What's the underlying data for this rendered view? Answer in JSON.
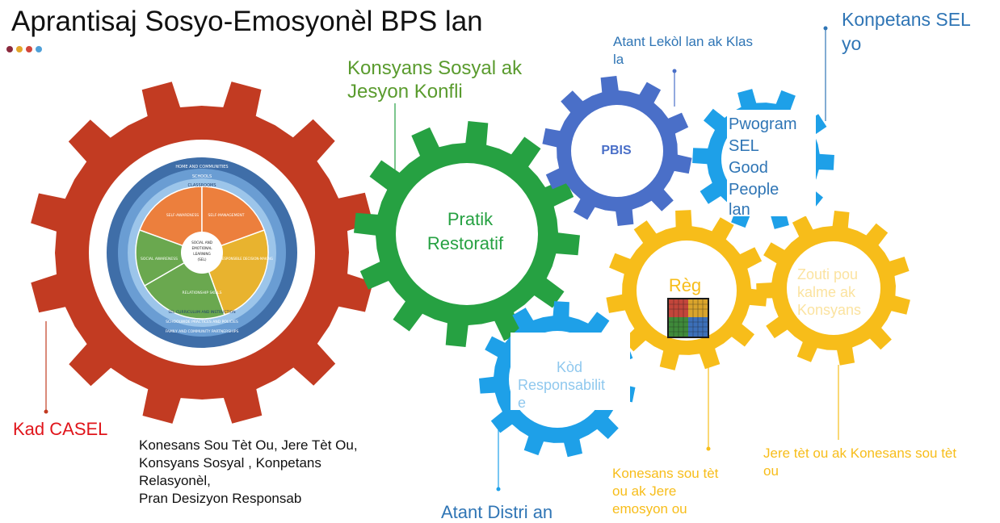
{
  "title": "Aprantisaj Sosyo-Emosyonèl BPS lan",
  "labels": {
    "kad_casel": "Kad CASEL",
    "casel_desc": [
      "Konesans Sou Tèt Ou, Jere Tèt Ou,",
      "Konsyans Sosyal , Konpetans",
      "Relasyonèl,",
      "Pran Desizyon Responsab"
    ],
    "konsyans_sosyal": [
      "Konsyans Sosyal ak",
      "Jesyon Konfli"
    ],
    "pratik": [
      "Pratik",
      "Restoratif"
    ],
    "atant_lekol": [
      "Atant Lekòl lan ak Klas",
      "la"
    ],
    "pbis": "PBIS",
    "konpetans_sel": [
      "Konpetans SEL",
      "yo"
    ],
    "pwogram": [
      "Pwogram",
      "SEL",
      "Good",
      "People",
      "lan"
    ],
    "reg": "Règ",
    "zouti": [
      "Zouti pou",
      "kalme ak",
      "Konsyans"
    ],
    "kod": [
      "Kòd",
      "Responsabilit",
      "e"
    ],
    "atant_distri": "Atant Distri an",
    "konesans_emosyon": [
      "Konesans sou tèt",
      "ou ak Jere",
      "emosyon ou"
    ],
    "jere_tet": [
      "Jere tèt ou ak Konesans sou tèt",
      "ou"
    ]
  },
  "casel_wheel": {
    "rings": [
      "HOME AND COMMUNITIES",
      "SCHOOLS",
      "CLASSROOMS"
    ],
    "sectors": [
      "SELF-AWARENESS",
      "SELF-MANAGEMENT",
      "RESPONSIBLE DECISION-MAKING",
      "RELATIONSHIP SKILLS",
      "SOCIAL AWARENESS"
    ],
    "center": [
      "SOCIAL AND",
      "EMOTIONAL",
      "LEARNING",
      "(SEL)"
    ],
    "outer_bottom": [
      "SEL CURRICULUM AND INSTRUCTION",
      "SCHOOLWIDE PRACTICES AND POLICIES",
      "FAMILY AND COMMUNITY PARTNERSHIPS"
    ]
  },
  "colors": {
    "red": "#c23b22",
    "green": "#26a142",
    "darkblue": "#4a6fc8",
    "lightblue": "#1ea0e8",
    "yellow": "#f7bd1a",
    "title_green": "#5a9b2e",
    "label_blue": "#2f75b5",
    "red_text": "#e0151b",
    "yellow_text": "#f7bd1a"
  }
}
